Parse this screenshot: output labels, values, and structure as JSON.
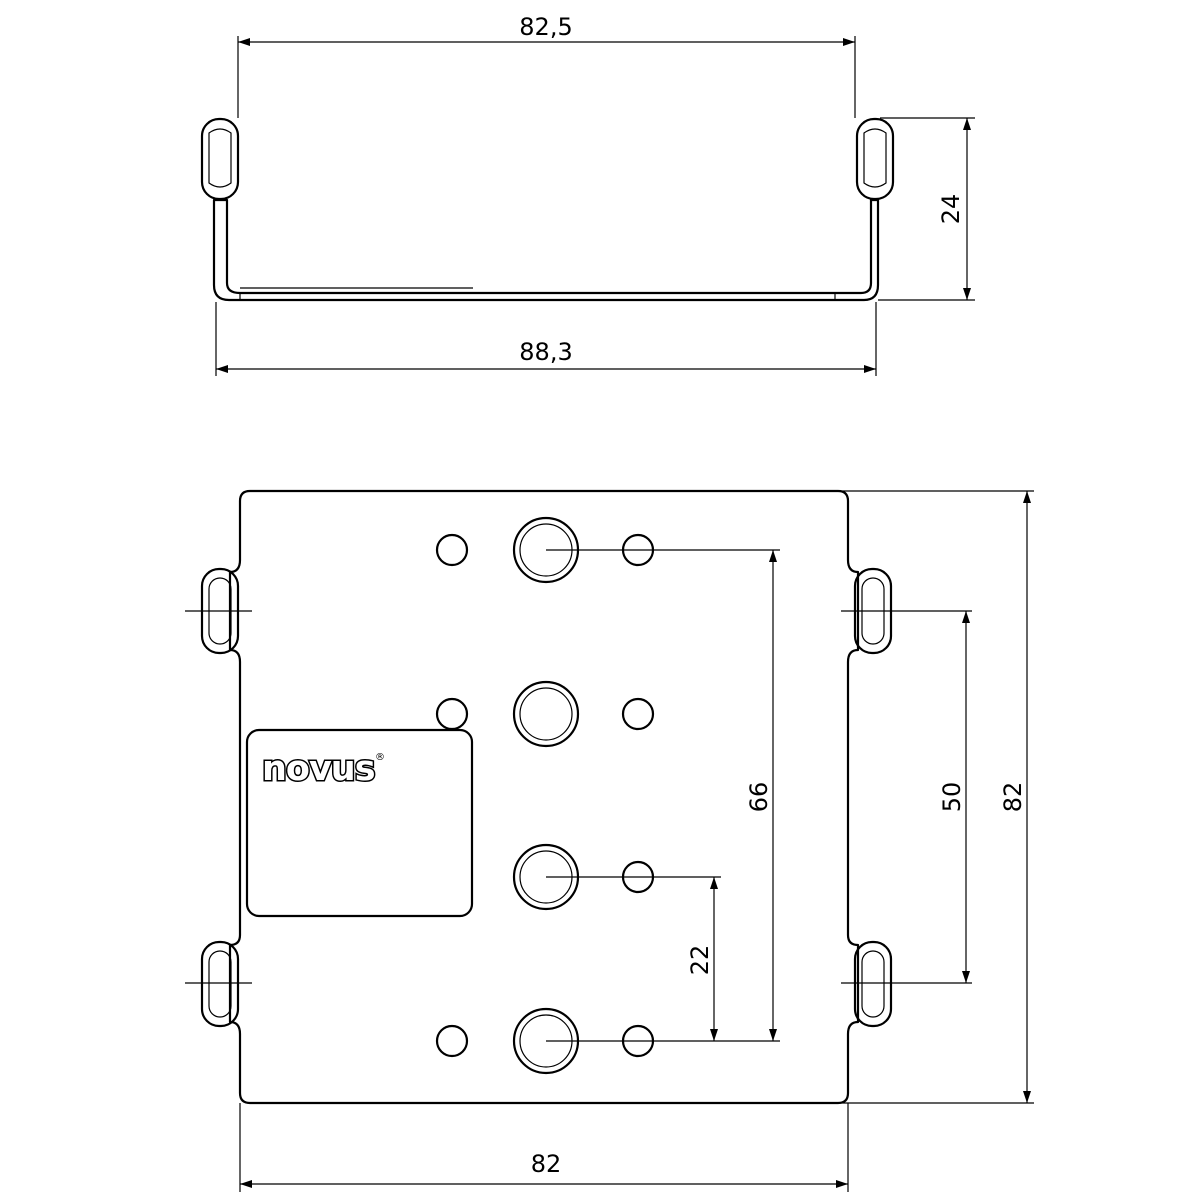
{
  "dimensions": {
    "top_inner_width": "82,5",
    "top_outer_width": "88,3",
    "top_height": "24",
    "hole_pitch_large": "66",
    "hole_pitch_small": "22",
    "tab_pitch": "50",
    "plate_height": "82",
    "plate_width": "82"
  },
  "logo": {
    "text": "novus",
    "mark": "®"
  }
}
